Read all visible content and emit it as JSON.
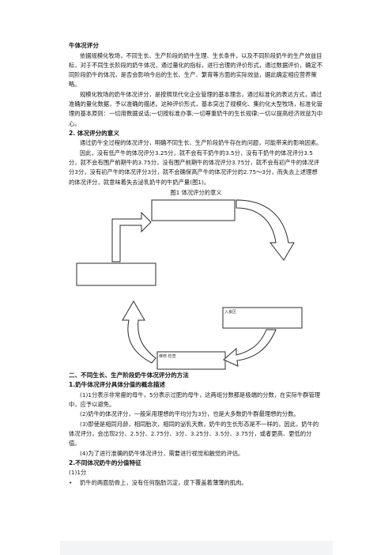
{
  "title": "牛体况评分",
  "intro": [
    "依据规模化牧场，不同生长、生产阶段的奶牛生理、生长条件，以及不同阶段奶牛的生产效益目标，对于不同生长阶段的奶牛体况，通过量化的指标，进行合理的评价形式，通过数据评价，确定不同阶段奶牛的体况，是否会影响今后的生长、生产、繁育等方面的实际效益，据此确定相应营养策略。",
    "规模化牧场的奶牛体况评分，是按照现代化企业管理的基本理念，通过标准化的表达方式，通过准确的量化数据，予以准确的描述。这种评价形式，基本突出了规模化、集约化大型牧场，标准化管理的基本原则：一切用数据说话;一切按标准办事;一切尊重奶牛的生长规律;一切以提高经济效益为中心。"
  ],
  "section2": {
    "heading": "2. 体况评分的意义",
    "p1": "通过奶牛全过程的体况评分，明确不同生长、生产阶段奶牛存在的问题，可能带来的影响因素。",
    "p2": "因此，没有低产牛的体况评分3.25分，就不会有干奶牛的3.5分，没有干奶牛的体况评分3.5分，就不会有围产前期牛的3.75分，没有围产前期牛的体况评分3.75分，就不会有初产牛的体况评分3分，没有初产牛的体况评分3分，就不会确保高产牛的体况评分的2.75～3分，而失去上述理想的体况评分，就意味着失去泌乳奶牛的牛奶产量(图1)。"
  },
  "figure": {
    "caption": "图1 体况评分的意义",
    "box_right_label": "入良区",
    "box_bottom_label": "维修·检查"
  },
  "part2": {
    "heading": "二、不同生长、生产阶段奶牛体况评分的方法",
    "sub1": "1.奶牛体况评分具体分值的概念描述",
    "items": [
      "(1)1分表示非常瘦的母牛，5分表示过肥的母牛，这两组分数都是极端的分数，在实际牛群管理中，应予以避免。",
      "(2)奶牛的体况评分，一般采用理想的平均分为3分，也是大多数奶牛群最理想的分数。",
      "(3)即使是相同月龄，相同胎次，相同的泌乳天数，奶牛的生长形态是不一样的，因此，奶牛的体况评分，会出现2分、2.5分、2.75分、3分、3.25分、3.5分、3.75分，或者更高、更低的分值。",
      "(4)为了进行准确的奶牛体况评分，需要进行视觉和触觉的评估。"
    ],
    "sub2": "2.不同体况奶牛的分值特征",
    "score1_label": "(1)1分",
    "bullet": "奶牛的两面肋骨上，没有任何脂肪沉淀，皮下覆盖着薄薄的肌肉。"
  }
}
